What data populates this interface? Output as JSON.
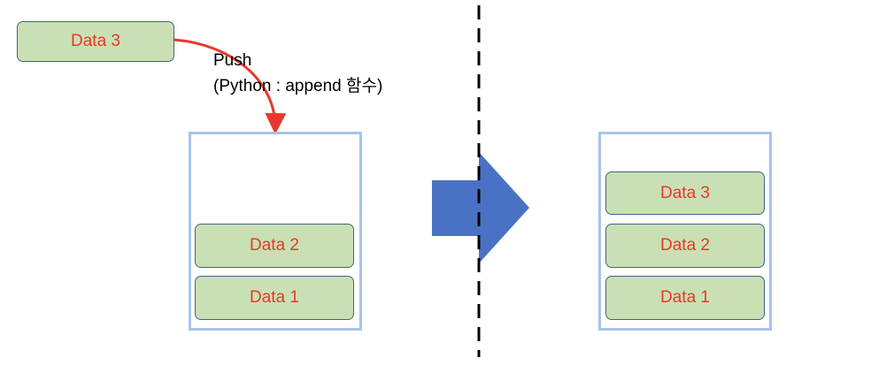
{
  "push_label": {
    "line1": "Push",
    "line2": "(Python : append 함수)"
  },
  "incoming": {
    "label": "Data 3"
  },
  "before_stack": {
    "items": [
      "Data 2",
      "Data 1"
    ]
  },
  "after_stack": {
    "items": [
      "Data 3",
      "Data 2",
      "Data 1"
    ]
  },
  "colors": {
    "data_box_fill": "#c9e0b4",
    "data_box_border": "#42628e",
    "data_text": "#e8382c",
    "stack_border": "#a9c3e6",
    "push_arrow": "#e8382c",
    "transition_arrow": "#4a72c4",
    "divider": "#000000"
  }
}
